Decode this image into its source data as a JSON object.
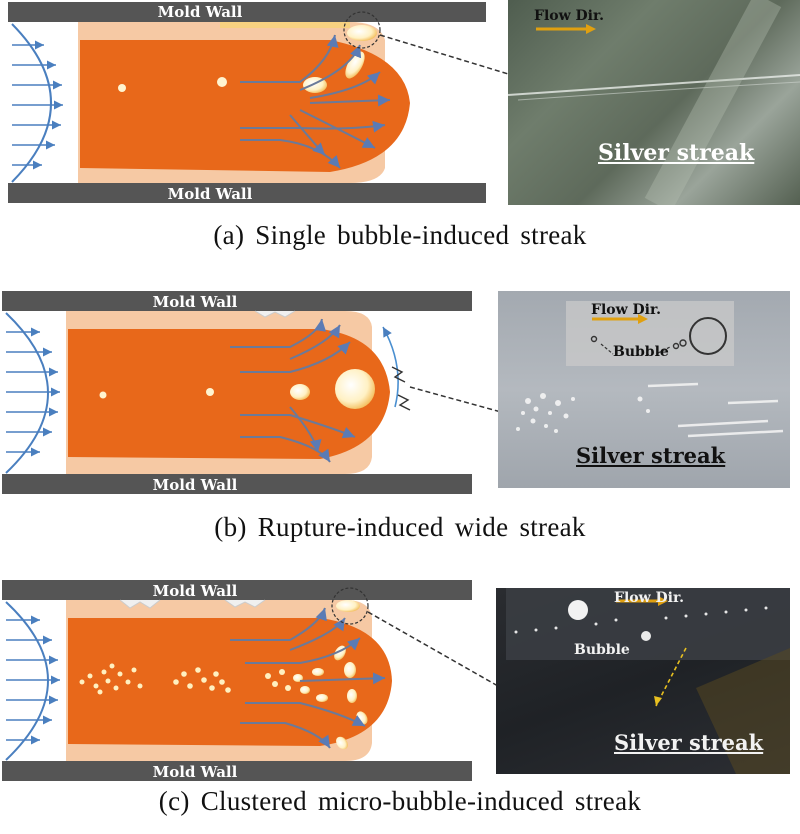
{
  "panels": [
    {
      "id": "a",
      "wall_top_label": "Mold Wall",
      "wall_bottom_label": "Mold Wall",
      "photo_flow_label": "Flow Dir.",
      "photo_streak_label": "Silver streak",
      "caption": "(a)  Single  bubble-induced  streak"
    },
    {
      "id": "b",
      "wall_top_label": "Mold Wall",
      "wall_bottom_label": "Mold Wall",
      "photo_flow_label": "Flow Dir.",
      "photo_bubble_label": "Bubble",
      "photo_streak_label": "Silver streak",
      "caption": "(b)  Rupture-induced  wide  streak"
    },
    {
      "id": "c",
      "wall_top_label": "Mold Wall",
      "wall_bottom_label": "Mold Wall",
      "photo_flow_label": "Flow Dir.",
      "photo_bubble_label": "Bubble",
      "photo_streak_label": "Silver streak",
      "caption": "(c)  Clustered  micro-bubble-induced  streak"
    }
  ],
  "colors": {
    "mold_wall": "#555555",
    "melt_front": "#e8681a",
    "frozen_skin": "#f6c9a4",
    "velocity_profile": "#4a7fbf",
    "flow_arrows": "#6b7a99",
    "flow_dir_arrow": "#e0a010"
  }
}
